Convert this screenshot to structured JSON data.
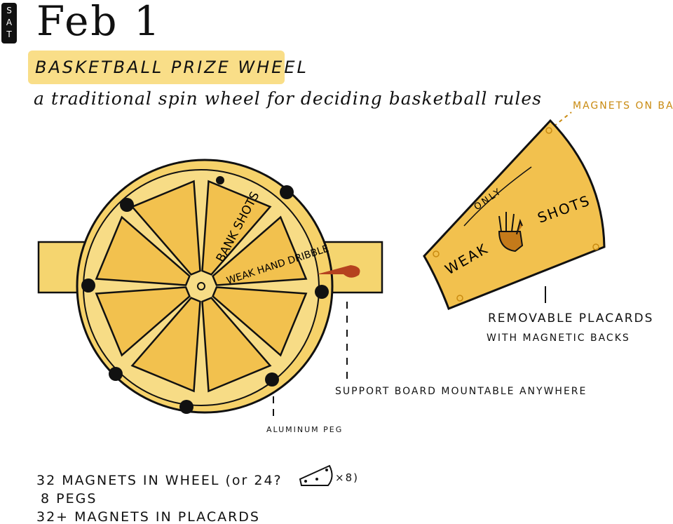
{
  "header": {
    "day": "SAT",
    "date": "Feb 1",
    "title": "BASKETBALL PRIZE WHEEL",
    "subtitle": "a traditional spin wheel for deciding basketball rules"
  },
  "wheel": {
    "placards": [
      "BANK SHOTS",
      "WEAK HAND DRIBBLE"
    ],
    "pointer_color": "#b5421f",
    "wheel_color": "#f2c14e"
  },
  "placard": {
    "only": "ONLY",
    "weak": "WEAK",
    "shots": "SHOTS",
    "icon": "hand-icon"
  },
  "labels": {
    "magnets_on_back": "MAGNETS ON BACK",
    "removable_1": "REMOVABLE   PLACARDS",
    "removable_2": "WITH MAGNETIC BACKS",
    "support_board": "SUPPORT BOARD  MOUNTABLE ANYWHERE",
    "aluminum_peg": "ALUMINUM PEG"
  },
  "notes": {
    "line1": "32 MAGNETS IN WHEEL (or 24?",
    "line1_mult": "×8)",
    "line2": "8  PEGS",
    "line3": "32+ MAGNETS IN PLACARDS"
  },
  "colors": {
    "accent_yellow": "#f2c14e",
    "label_orange": "#c98a10"
  }
}
